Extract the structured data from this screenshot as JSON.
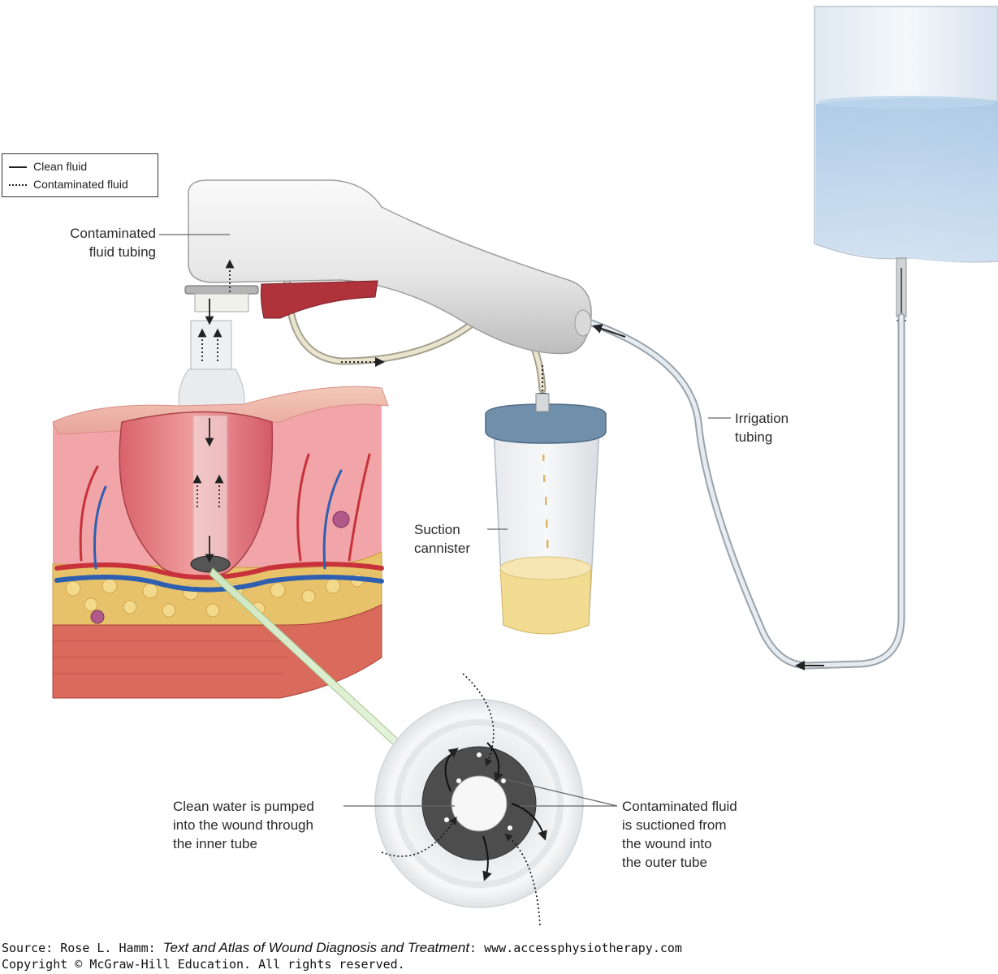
{
  "legend": {
    "clean": "Clean fluid",
    "contaminated": "Contaminated fluid"
  },
  "labels": {
    "contaminated_tubing": [
      "Contaminated",
      "fluid tubing"
    ],
    "irrigation_tubing": [
      "Irrigation",
      "tubing"
    ],
    "suction_canister": [
      "Suction",
      "cannister"
    ],
    "clean_water": [
      "Clean water is pumped",
      "into the wound through",
      "the inner tube"
    ],
    "contaminated_fluid": [
      "Contaminated fluid",
      "is suctioned from",
      "the wound into",
      "the outer tube"
    ]
  },
  "credit": {
    "source_prefix": "Source: Rose L. Hamm: ",
    "book_title": "Text and Atlas of Wound Diagnosis and Treatment",
    "source_suffix": ": www.accessphysiotherapy.com",
    "copyright": "Copyright © McGraw-Hill Education. All rights reserved."
  },
  "colors": {
    "skin": "#e8a0a4",
    "fat": "#e8c26a",
    "artery": "#c8323a",
    "vein": "#2f5fb0",
    "fluid_bag": "#c7dcf0",
    "trigger": "#b0323a",
    "canister_lid": "#6f8fab",
    "canister_fluid": "#f2dc92"
  }
}
